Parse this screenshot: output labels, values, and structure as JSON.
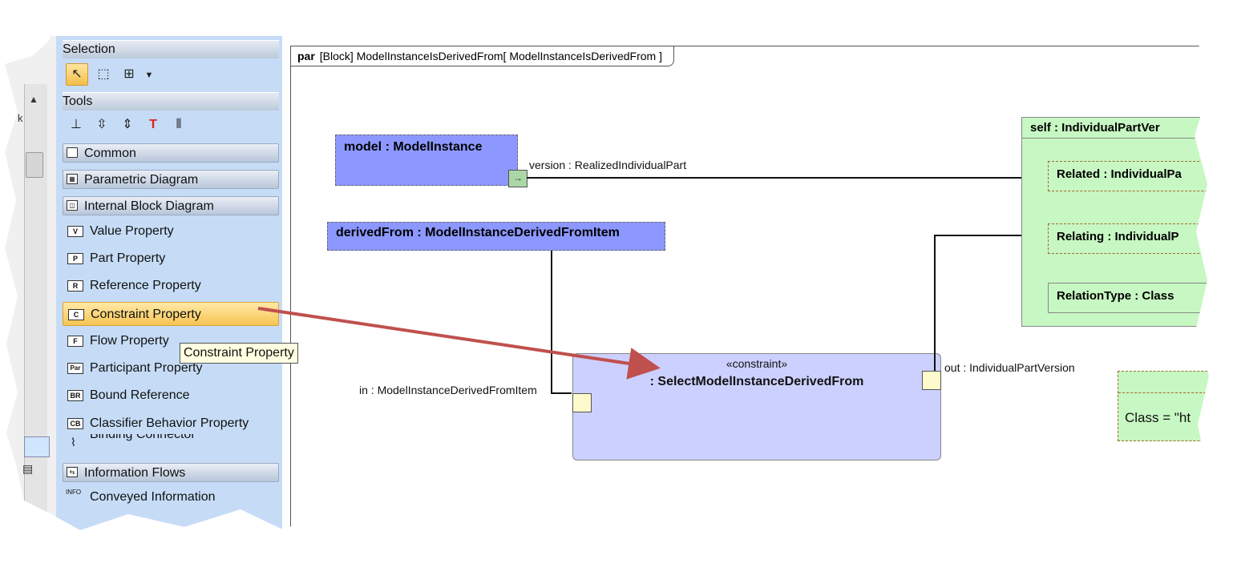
{
  "palette": {
    "selection_header": "Selection",
    "tools_header": "Tools",
    "sections": {
      "common": "Common",
      "parametric": "Parametric Diagram",
      "ibd": "Internal Block Diagram",
      "info_flows": "Information Flows"
    },
    "items": [
      {
        "badge": "V",
        "label": "Value Property"
      },
      {
        "badge": "P",
        "label": "Part Property"
      },
      {
        "badge": "R",
        "label": "Reference Property"
      },
      {
        "badge": "C",
        "label": "Constraint Property"
      },
      {
        "badge": "F",
        "label": "Flow Property"
      },
      {
        "badge": "Par",
        "label": "Participant Property"
      },
      {
        "badge": "BR",
        "label": "Bound Reference"
      },
      {
        "badge": "CB",
        "label": "Classifier Behavior Property"
      },
      {
        "badge": "",
        "label": "Binding Connector"
      }
    ],
    "conveyed": "Conveyed Information",
    "conveyed_badge": "INFO",
    "tooltip": "Constraint Property"
  },
  "diagram": {
    "frame_kind": "par",
    "frame_title": "[Block] ModelInstanceIsDerivedFrom[ ModelInstanceIsDerivedFrom ]",
    "model_part": "model : ModelInstance",
    "version_label": "version : RealizedIndividualPart",
    "derived_part": "derivedFrom : ModelInstanceDerivedFromItem",
    "constraint_stereotype": "«constraint»",
    "constraint_name": ": SelectModelInstanceDerivedFrom",
    "in_label": "in : ModelInstanceDerivedFromItem",
    "out_label": "out : IndividualPartVersion",
    "self_title": "self : IndividualPartVer",
    "related": "Related : IndividualPa",
    "relating": "Relating : IndividualP",
    "relation_type": "RelationType : Class",
    "class_value": "Class = \"ht"
  },
  "colors": {
    "part_fill": "#8c98ff",
    "constraint_fill": "#ccd0ff",
    "block_fill": "#c7f7c2",
    "palette_bg": "#c6dcf6",
    "arrow": "#c0504d",
    "selected_item": "#f7c453"
  }
}
